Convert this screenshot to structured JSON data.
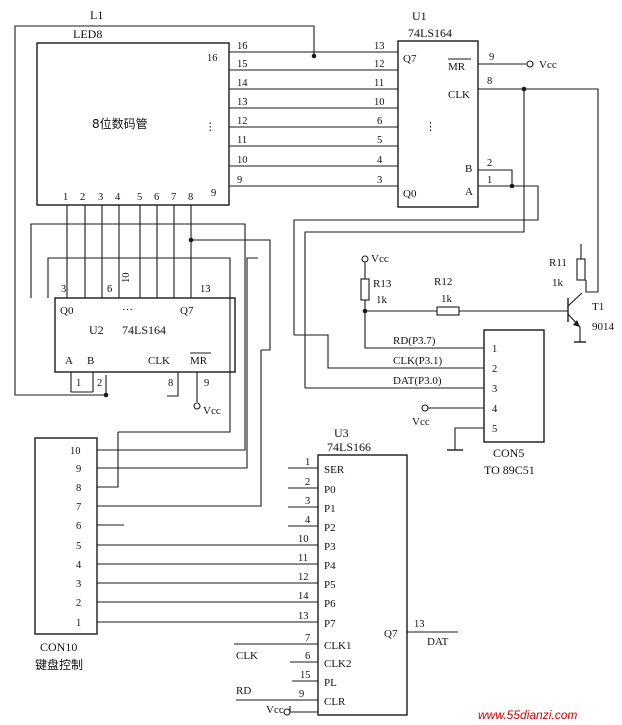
{
  "led": {
    "ref": "L1",
    "name": "LED8",
    "center_label": "8位数码管",
    "right_pins": [
      "16",
      "15",
      "14",
      "13",
      "12",
      "11",
      "10",
      "9"
    ],
    "bottom_pins": [
      "1",
      "2",
      "3",
      "4",
      "5",
      "6",
      "7",
      "8",
      "9"
    ]
  },
  "u1": {
    "ref": "U1",
    "part": "74LS164",
    "pins_left": [
      "13",
      "12",
      "11",
      "10",
      "6",
      "5",
      "4",
      "3"
    ],
    "label_q7": "Q7",
    "label_q0": "Q0",
    "label_mr": "MR",
    "label_clk": "CLK",
    "label_b": "B",
    "label_a": "A",
    "pin_mr": "9",
    "pin_clk": "8",
    "pin_b": "2",
    "pin_a": "1",
    "vcc": "Vcc"
  },
  "u2": {
    "ref": "U2",
    "part": "74LS164",
    "label_q0": "Q0",
    "label_q7": "Q7",
    "label_a": "A",
    "label_b": "B",
    "label_clk": "CLK",
    "label_mr": "MR",
    "top_pins": [
      "3",
      "6",
      "10",
      "13"
    ],
    "bottom_pins": [
      "1",
      "2",
      "8",
      "9"
    ],
    "vcc": "Vcc"
  },
  "con5": {
    "ref": "CON5",
    "note": "TO 89C51",
    "pins": [
      "1",
      "2",
      "3",
      "4",
      "5"
    ],
    "signals": [
      "RD(P3.7)",
      "CLK(P3.1)",
      "DAT(P3.0)"
    ],
    "vcc": "Vcc"
  },
  "resistors": {
    "r13": "R13",
    "r13_val": "1k",
    "r12": "R12",
    "r12_val": "1k",
    "r11": "R11",
    "r11_val": "1k",
    "vcc": "Vcc"
  },
  "transistor": {
    "ref": "T1",
    "part": "9014"
  },
  "con10": {
    "ref": "CON10",
    "note": "键盘控制",
    "pins": [
      "10",
      "9",
      "8",
      "7",
      "6",
      "5",
      "4",
      "3",
      "2",
      "1"
    ]
  },
  "u3": {
    "ref": "U3",
    "part": "74LS166",
    "inputs": [
      {
        "pin": "1",
        "name": "SER"
      },
      {
        "pin": "2",
        "name": "P0"
      },
      {
        "pin": "3",
        "name": "P1"
      },
      {
        "pin": "4",
        "name": "P2"
      },
      {
        "pin": "10",
        "name": "P3"
      },
      {
        "pin": "11",
        "name": "P4"
      },
      {
        "pin": "12",
        "name": "P5"
      },
      {
        "pin": "14",
        "name": "P6"
      },
      {
        "pin": "13",
        "name": "P7"
      },
      {
        "pin": "7",
        "name": "CLK1"
      },
      {
        "pin": "6",
        "name": "CLK2"
      },
      {
        "pin": "15",
        "name": "PL"
      },
      {
        "pin": "9",
        "name": "CLR"
      }
    ],
    "out_label": "Q7",
    "out_pin": "13",
    "out_net": "DAT",
    "net_clk": "CLK",
    "net_rd": "RD",
    "vcc": "Vcc"
  },
  "watermark": "www.55dianzi.com"
}
